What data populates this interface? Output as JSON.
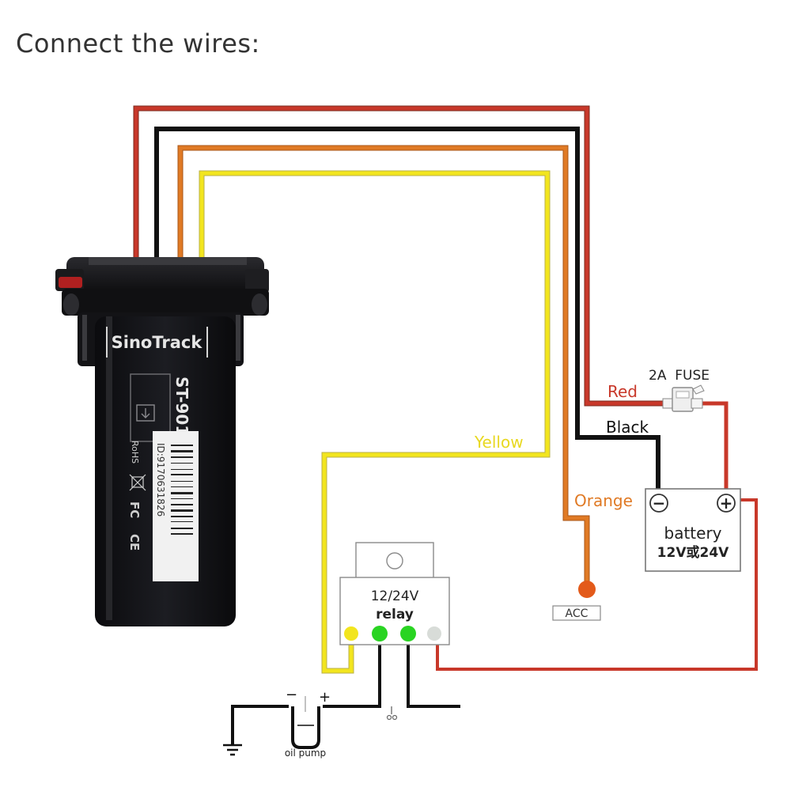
{
  "title": "Connect the wires:",
  "device": {
    "brand": "SinoTrack",
    "model": "ST-901",
    "id_text": "ID:9170631826",
    "marks": [
      "RoHS",
      "FC",
      "CE"
    ]
  },
  "wires": {
    "red": {
      "label": "Red",
      "color": "#c8382a"
    },
    "black": {
      "label": "Black",
      "color": "#111111"
    },
    "orange": {
      "label": "Orange",
      "color": "#e07a25"
    },
    "yellow": {
      "label": "Yellow",
      "color": "#f2e51e"
    }
  },
  "fuse": {
    "label": "2A  FUSE"
  },
  "battery": {
    "line1": "battery",
    "line2": "12V或24V",
    "minus": "−",
    "plus": "+"
  },
  "acc": {
    "label": "ACC",
    "color": "#e35a1a"
  },
  "relay": {
    "line1": "12/24V",
    "line2": "relay"
  },
  "pump": {
    "label": "oil pump",
    "minus": "−",
    "plus": "+"
  },
  "colors": {
    "pin_green": "#29d422",
    "pin_yellow": "#f2e51e",
    "pin_grey": "#d8dcd8"
  }
}
